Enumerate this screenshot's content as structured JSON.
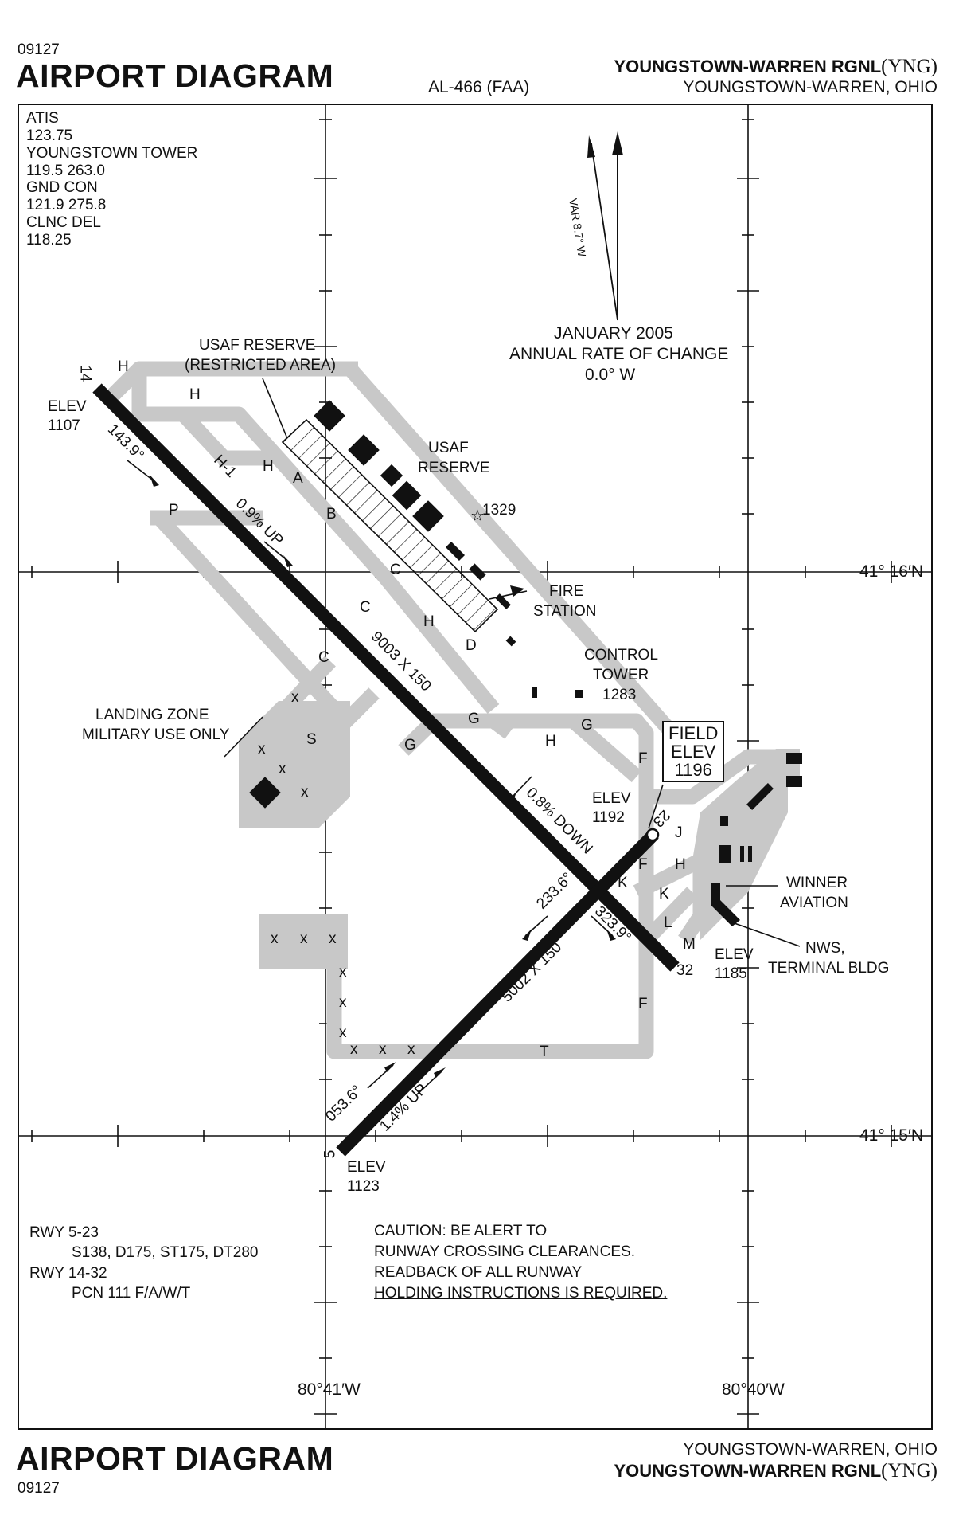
{
  "header": {
    "code": "09127",
    "title": "AIRPORT DIAGRAM",
    "chart_id": "AL-466 (FAA)",
    "airport_name": "YOUNGSTOWN-WARREN RGNL",
    "airport_id": "(YNG)",
    "city_state": "YOUNGSTOWN-WARREN, OHIO"
  },
  "frequencies": [
    "ATIS",
    "123.75",
    "YOUNGSTOWN TOWER",
    "119.5  263.0",
    "GND CON",
    "121.9  275.8",
    "CLNC DEL",
    "118.25"
  ],
  "magvar": {
    "var_label": "VAR 8.7° W",
    "date": "JANUARY 2005",
    "rate_title": "ANNUAL RATE OF CHANGE",
    "rate": "0.0° W"
  },
  "coords": {
    "lat_top": "41° 16′N",
    "lat_bottom": "41° 15′N",
    "lon_left": "80°41′W",
    "lon_right": "80°40′W"
  },
  "labels": {
    "usaf_restricted_1": "USAF RESERVE",
    "usaf_restricted_2": "(RESTRICTED AREA)",
    "usaf_reserve_1": "USAF",
    "usaf_reserve_2": "RESERVE",
    "beacon_elev": "1329",
    "fire_station_1": "FIRE",
    "fire_station_2": "STATION",
    "tower_1": "CONTROL",
    "tower_2": "TOWER",
    "tower_3": "1283",
    "landing_zone_1": "LANDING ZONE",
    "landing_zone_2": "MILITARY USE ONLY",
    "field_elev_1": "FIELD",
    "field_elev_2": "ELEV",
    "field_elev_3": "1196",
    "winner_1": "WINNER",
    "winner_2": "AVIATION",
    "nws_1": "NWS,",
    "nws_2": "TERMINAL BLDG",
    "elev_word": "ELEV",
    "elev_14": "1107",
    "elev_23": "1192",
    "elev_32": "1185",
    "elev_5": "1123",
    "rwy14": "14",
    "rwy32": "32",
    "rwy5": "5",
    "rwy23": "23",
    "hdg_1439": "143.9°",
    "hdg_3239": "323.9°",
    "hdg_2336": "233.6°",
    "hdg_0536": "053.6°",
    "grad_09": "0.9% UP",
    "grad_08": "0.8% DOWN",
    "grad_14": "1.4% UP",
    "dims_14_32": "9003 X 150",
    "dims_5_23": "5002 X 150",
    "tw_H": "H",
    "tw_H1": "H-1",
    "tw_P": "P",
    "tw_A": "A",
    "tw_B": "B",
    "tw_C": "C",
    "tw_D": "D",
    "tw_G": "G",
    "tw_S": "S",
    "tw_F": "F",
    "tw_J": "J",
    "tw_K": "K",
    "tw_L": "L",
    "tw_M": "M",
    "tw_T": "T",
    "x_mark": "x"
  },
  "runway_info": {
    "r1": "RWY 5-23",
    "r1_detail": "S138, D175, ST175, DT280",
    "r2": "RWY 14-32",
    "r2_detail": "PCN 111 F/A/W/T"
  },
  "caution": [
    "CAUTION:  BE ALERT TO",
    "RUNWAY CROSSING CLEARANCES.",
    "READBACK OF ALL RUNWAY",
    "HOLDING INSTRUCTIONS IS REQUIRED."
  ],
  "footer": {
    "title": "AIRPORT DIAGRAM",
    "code": "09127",
    "city_state": "YOUNGSTOWN-WARREN, OHIO",
    "airport_name": "YOUNGSTOWN-WARREN RGNL",
    "airport_id": "(YNG)"
  },
  "colors": {
    "taxiway": "#c8c8c8",
    "runway": "#111111",
    "ink": "#111111"
  }
}
